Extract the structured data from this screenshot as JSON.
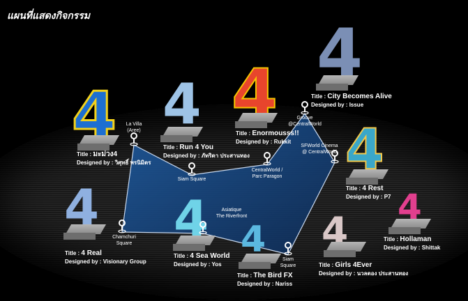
{
  "title": "แผนที่แสดงกิจกรรม",
  "title_prefix": "Title : ",
  "designer_prefix": "Designed by : ",
  "colors": {
    "route": "#1e4f8c",
    "route_line": "#c9d9ef",
    "background": "#000000"
  },
  "locations": [
    {
      "name": "La Villa",
      "sub": "(Aree)"
    },
    {
      "name": "Siam Square",
      "sub": ""
    },
    {
      "name": "CentralWorld /",
      "sub": "Parc Paragon"
    },
    {
      "name": "Groove",
      "sub": "@CentralWorld"
    },
    {
      "name": "SFWorld Cinema",
      "sub": "@ CentralWorld"
    },
    {
      "name": "Chamchuri",
      "sub": "Square"
    },
    {
      "name": "Asiatique",
      "sub": "The Riverfront"
    },
    {
      "name": "Siam",
      "sub": "Square"
    }
  ],
  "sculptures": [
    {
      "title": "มะม่วง4",
      "designer": "วิศุทธิ์ พรนิมิตร",
      "color": "#1d6fd1"
    },
    {
      "title": "Run 4 You",
      "designer": "ภัทริดา ประสานทอง",
      "color": "#9ec3e6"
    },
    {
      "title": "Enormousss!!",
      "designer": "Rukkit",
      "color": "#e8452c"
    },
    {
      "title": "City Becomes Alive",
      "designer": "Issue",
      "color": "#7b8fb5"
    },
    {
      "title": "4 Rest",
      "designer": "P7",
      "color": "#3aa7c9"
    },
    {
      "title": "4 Real",
      "designer": "Visionary Group",
      "color": "#8fb0e0"
    },
    {
      "title": "4 Sea World",
      "designer": "Yos",
      "color": "#6fd3e8"
    },
    {
      "title": "The Bird FX",
      "designer": "Nariss",
      "color": "#5bb8e0"
    },
    {
      "title": "Girls 4Ever",
      "designer": "นวลตอง ประสานทอง",
      "color": "#d9c7c7"
    },
    {
      "title": "Hollaman",
      "designer": "Shittak",
      "color": "#e23f8e"
    }
  ]
}
